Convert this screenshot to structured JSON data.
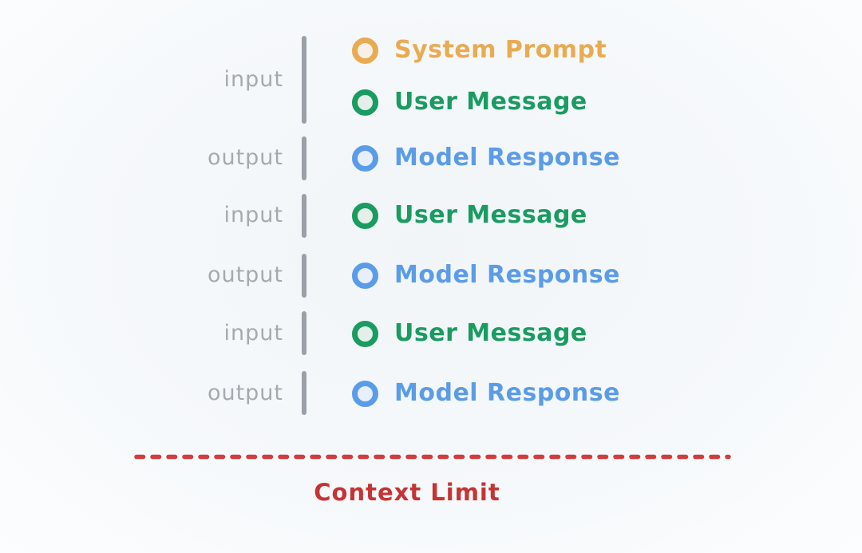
{
  "title": "Context window conversation diagram",
  "colors": {
    "label_gray": "#a5aab0",
    "bar_gray": "#9aa0a7",
    "orange": "#e9ab52",
    "orange_fill": "#f8f0e8",
    "green": "#1a9b61",
    "green_fill": "#e3efe8",
    "blue": "#5b9ce8",
    "blue_fill": "#e7effb",
    "red_line": "#d23c3c",
    "red_text": "#c73333"
  },
  "left_labels": [
    {
      "text": "input"
    },
    {
      "text": "output"
    },
    {
      "text": "input"
    },
    {
      "text": "output"
    },
    {
      "text": "input"
    },
    {
      "text": "output"
    }
  ],
  "items": [
    {
      "label": "System Prompt",
      "icon": "circle-outline-icon",
      "color": "#e9ab52",
      "fill": "#f8f0e8"
    },
    {
      "label": "User Message",
      "icon": "circle-outline-icon",
      "color": "#1a9b61",
      "fill": "#e3efe8"
    },
    {
      "label": "Model Response",
      "icon": "circle-outline-icon",
      "color": "#5b9ce8",
      "fill": "#e7effb"
    },
    {
      "label": "User Message",
      "icon": "circle-outline-icon",
      "color": "#1a9b61",
      "fill": "#e3efe8"
    },
    {
      "label": "Model Response",
      "icon": "circle-outline-icon",
      "color": "#5b9ce8",
      "fill": "#e7effb"
    },
    {
      "label": "User Message",
      "icon": "circle-outline-icon",
      "color": "#1a9b61",
      "fill": "#e3efe8"
    },
    {
      "label": "Model Response",
      "icon": "circle-outline-icon",
      "color": "#5b9ce8",
      "fill": "#e7effb"
    }
  ],
  "footer": {
    "context_limit_label": "Context Limit"
  }
}
